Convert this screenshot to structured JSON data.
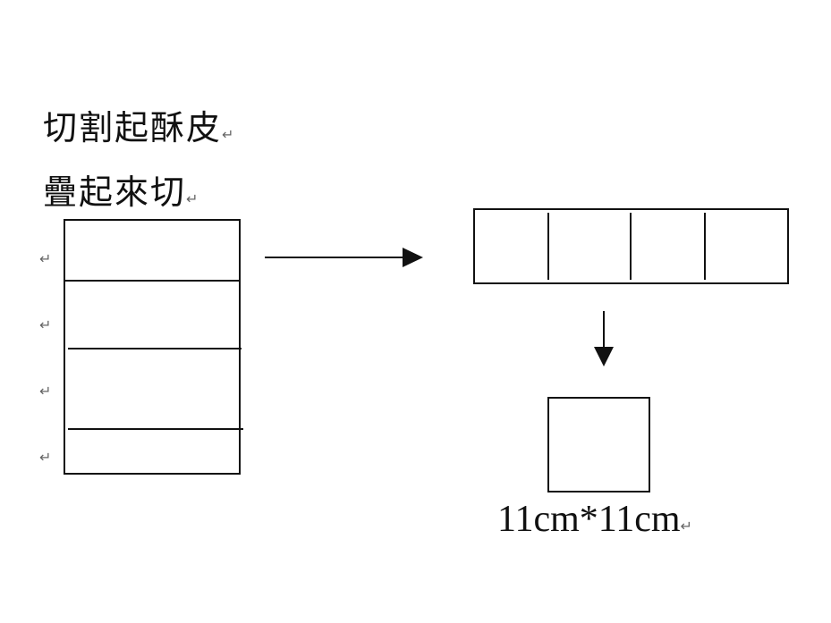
{
  "steps": {
    "step_1": "切割起酥皮",
    "step_2": "疊起來切"
  },
  "paragraph_mark": "↵",
  "dimension_label": "11cm*11cm"
}
